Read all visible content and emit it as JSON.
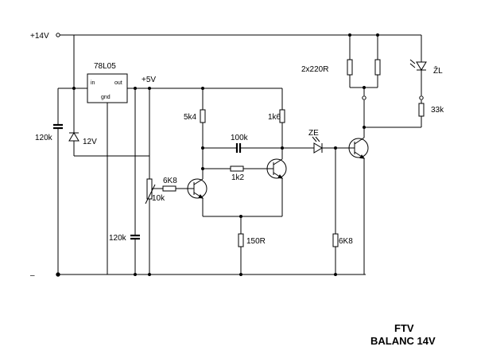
{
  "labels": {
    "supply_plus": "+14V",
    "supply_minus": "–",
    "regulator": "78L05",
    "reg_in": "in",
    "reg_out": "out",
    "reg_gnd": "gnd",
    "plus5v": "+5V",
    "c_input": "120k",
    "zener": "12V",
    "c_output": "120k",
    "pot": "10k",
    "r_base": "6K8",
    "r_5k4": "5k4",
    "r_1k6": "1k6",
    "c_100k": "100k",
    "r_1k2": "1k2",
    "r_150": "150R",
    "led_ze": "ZE",
    "r_6k8": "6K8",
    "r_2x220": "2x220R",
    "led_zl": "ŽL",
    "r_33k": "33k"
  },
  "footer": {
    "line1": "FTV",
    "line2": "BALANC 14V"
  }
}
